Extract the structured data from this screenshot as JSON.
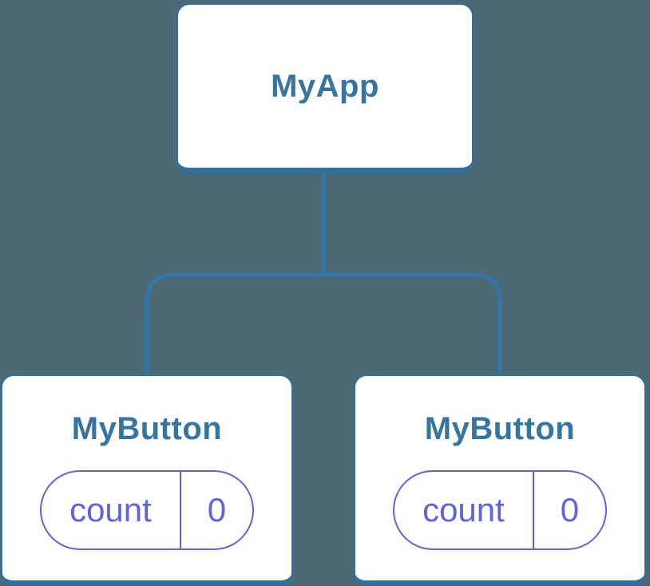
{
  "diagram": {
    "type": "component-tree",
    "colors": {
      "background": "#4C6A75",
      "card_fill": "#FFFFFF",
      "card_border": "#2F709F",
      "connector": "#2B79B3",
      "component_label": "#36759F",
      "state": "#5F64DB"
    },
    "root": {
      "label": "MyApp"
    },
    "children": [
      {
        "label": "MyButton",
        "state": {
          "key": "count",
          "value": "0"
        }
      },
      {
        "label": "MyButton",
        "state": {
          "key": "count",
          "value": "0"
        }
      }
    ]
  }
}
